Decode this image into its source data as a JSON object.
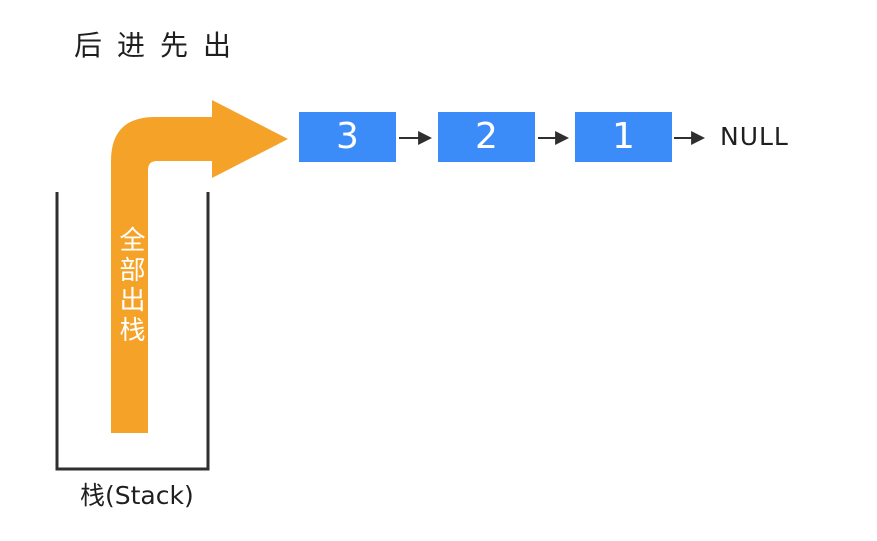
{
  "title": "后进先出",
  "colors": {
    "orange": "#F5A228",
    "blue": "#3B8CF8",
    "line": "#2F2F2F",
    "text": "#1F1F1F",
    "node_text": "#FFFFFF"
  },
  "pop_arrow": {
    "label": "全部出栈"
  },
  "list": {
    "nodes": [
      {
        "value": "3"
      },
      {
        "value": "2"
      },
      {
        "value": "1"
      }
    ],
    "terminator": "NULL"
  },
  "stack": {
    "label": "栈(Stack)"
  }
}
